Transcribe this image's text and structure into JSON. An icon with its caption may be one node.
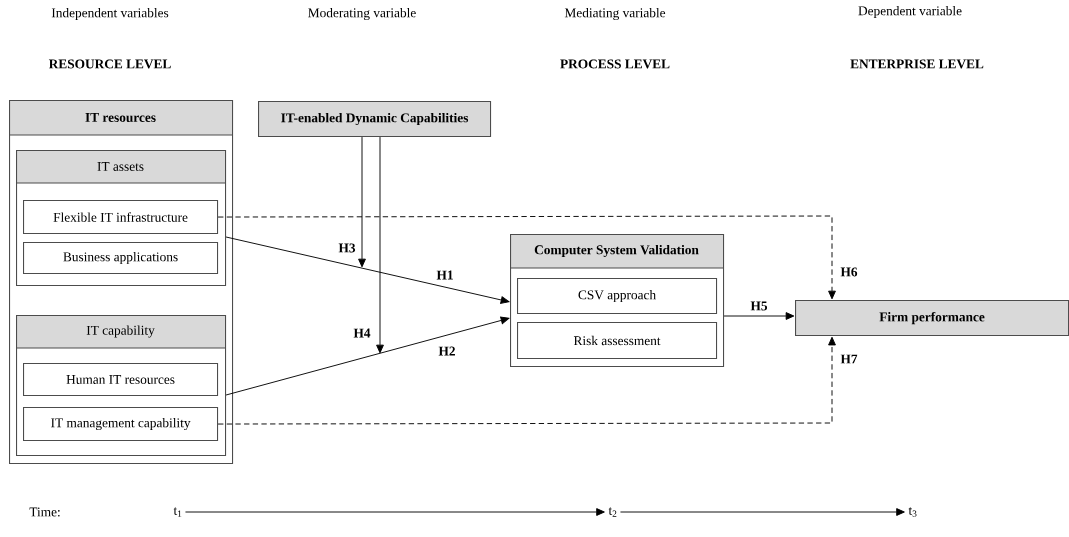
{
  "diagram": {
    "nodes": [
      {
        "text": [
          "IT resources"
        ]
      },
      {
        "text": [
          "IT assets"
        ],
        "in": 0
      },
      {
        "text": [
          "Flexible IT infrastructure"
        ],
        "in": 1
      },
      {
        "text": [
          "Business applications"
        ],
        "in": 1
      },
      {
        "text": [
          "IT capability"
        ],
        "in": 0
      },
      {
        "text": [
          "Human IT resources"
        ],
        "in": 4
      },
      {
        "text": [
          "IT management capability"
        ],
        "in": 4
      },
      {
        "text": [
          "IT-enabled Dynamic Capabilities"
        ]
      },
      {
        "text": [
          "Computer System Validation"
        ]
      },
      {
        "text": [
          "CSV approach"
        ],
        "in": 8
      },
      {
        "text": [
          "Risk assessment"
        ],
        "in": 8
      },
      {
        "text": [
          "Firm performance"
        ]
      },
      {
        "text": [
          "t$_{1}$"
        ]
      },
      {
        "text": [
          "t$_{2}$"
        ]
      },
      {
        "text": [
          "t$_{3}$"
        ]
      }
    ],
    "edges": [
      {
        "from": 1,
        "to": 8,
        "arrow": "to",
        "label": "H1"
      },
      {
        "from": 4,
        "to": 8,
        "arrow": "to",
        "label": "H2"
      },
      {
        "from": 7,
        "to": null,
        "arrow": "to",
        "label": "H3"
      },
      {
        "from": 7,
        "to": null,
        "arrow": "to",
        "label": "H4"
      },
      {
        "from": 8,
        "to": 11,
        "arrow": "to",
        "label": "H5"
      },
      {
        "from": 2,
        "to": 11,
        "arrow": "to",
        "label": "H6",
        "style": "dashed"
      },
      {
        "from": 6,
        "to": 11,
        "arrow": "to",
        "label": "H7",
        "style": "dashed"
      },
      {
        "from": 12,
        "to": 13,
        "arrow": "to"
      },
      {
        "from": 13,
        "to": 14,
        "arrow": "to"
      }
    ],
    "labels": [
      "Independent variables",
      "Moderating variable",
      "Mediating variable",
      "Dependent variable",
      "RESOURCE LEVEL",
      "PROCESS LEVEL",
      "ENTERPRISE LEVEL",
      "Time:"
    ]
  }
}
